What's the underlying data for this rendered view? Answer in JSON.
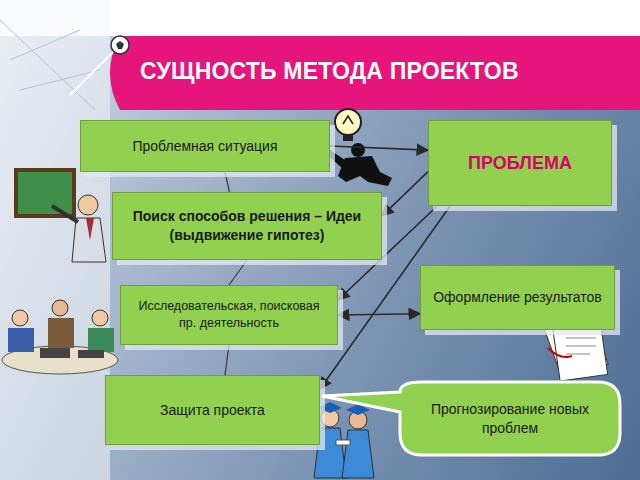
{
  "diagram": {
    "title": "СУЩНОСТЬ МЕТОДА ПРОЕКТОВ",
    "nodes": [
      {
        "text": [
          "Проблемная ситуация"
        ]
      },
      {
        "text": [
          "ПРОБЛЕМА"
        ]
      },
      {
        "text": [
          "Поиск способов решения – Идеи (выдвижение гипотез)"
        ]
      },
      {
        "text": [
          "Оформление результатов"
        ]
      },
      {
        "text": [
          "Исследовательская, поисковая пр. деятельность"
        ]
      },
      {
        "text": [
          "Защита проекта"
        ]
      },
      {
        "text": [
          "Прогнозирование новых проблем"
        ]
      }
    ],
    "edges": [
      {
        "from": 0,
        "to": 1,
        "arrow": "to"
      },
      {
        "from": 1,
        "to": 2,
        "arrow": "to"
      },
      {
        "from": 1,
        "to": 4,
        "arrow": "to"
      },
      {
        "from": 1,
        "to": 5,
        "arrow": "to"
      },
      {
        "from": 4,
        "to": 3,
        "arrow": "both"
      },
      {
        "from": 0,
        "to": 2,
        "arrow": "none"
      },
      {
        "from": 2,
        "to": 4,
        "arrow": "none"
      },
      {
        "from": 4,
        "to": 5,
        "arrow": "none"
      }
    ]
  }
}
